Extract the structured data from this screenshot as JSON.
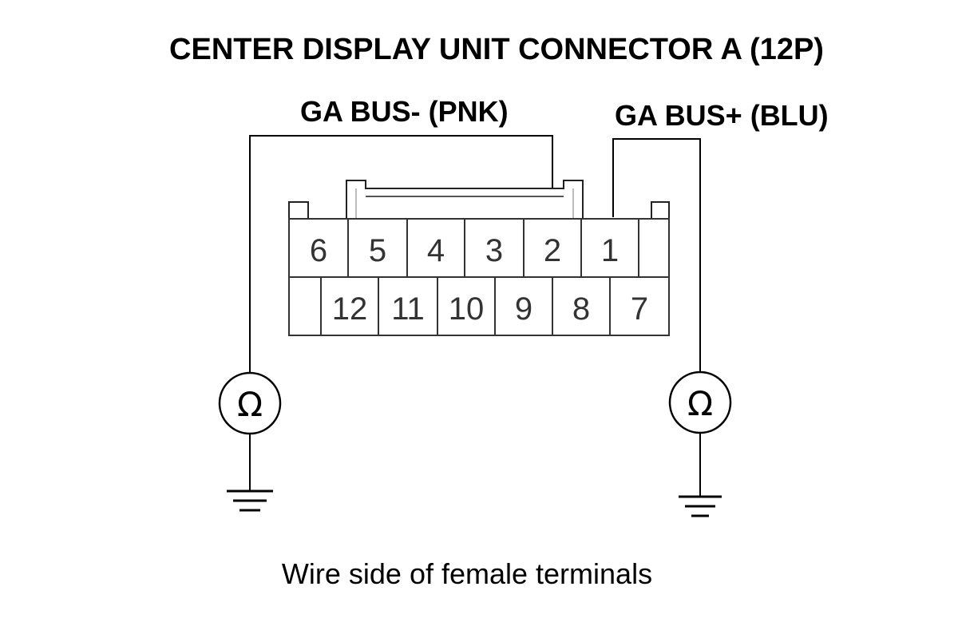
{
  "title": "CENTER DISPLAY UNIT CONNECTOR A (12P)",
  "wires": {
    "left": {
      "label": "GA BUS- (PNK)",
      "pin": "2"
    },
    "right": {
      "label": "GA BUS+ (BLU)",
      "pin": "1"
    }
  },
  "connector": {
    "top_row": [
      "6",
      "5",
      "4",
      "3",
      "2",
      "1"
    ],
    "bottom_row": [
      "12",
      "11",
      "10",
      "9",
      "8",
      "7"
    ]
  },
  "meter_symbol": "Ω",
  "icons": {
    "meter": "ohmmeter-icon",
    "ground": "ground-icon"
  },
  "caption": "Wire side of female terminals"
}
